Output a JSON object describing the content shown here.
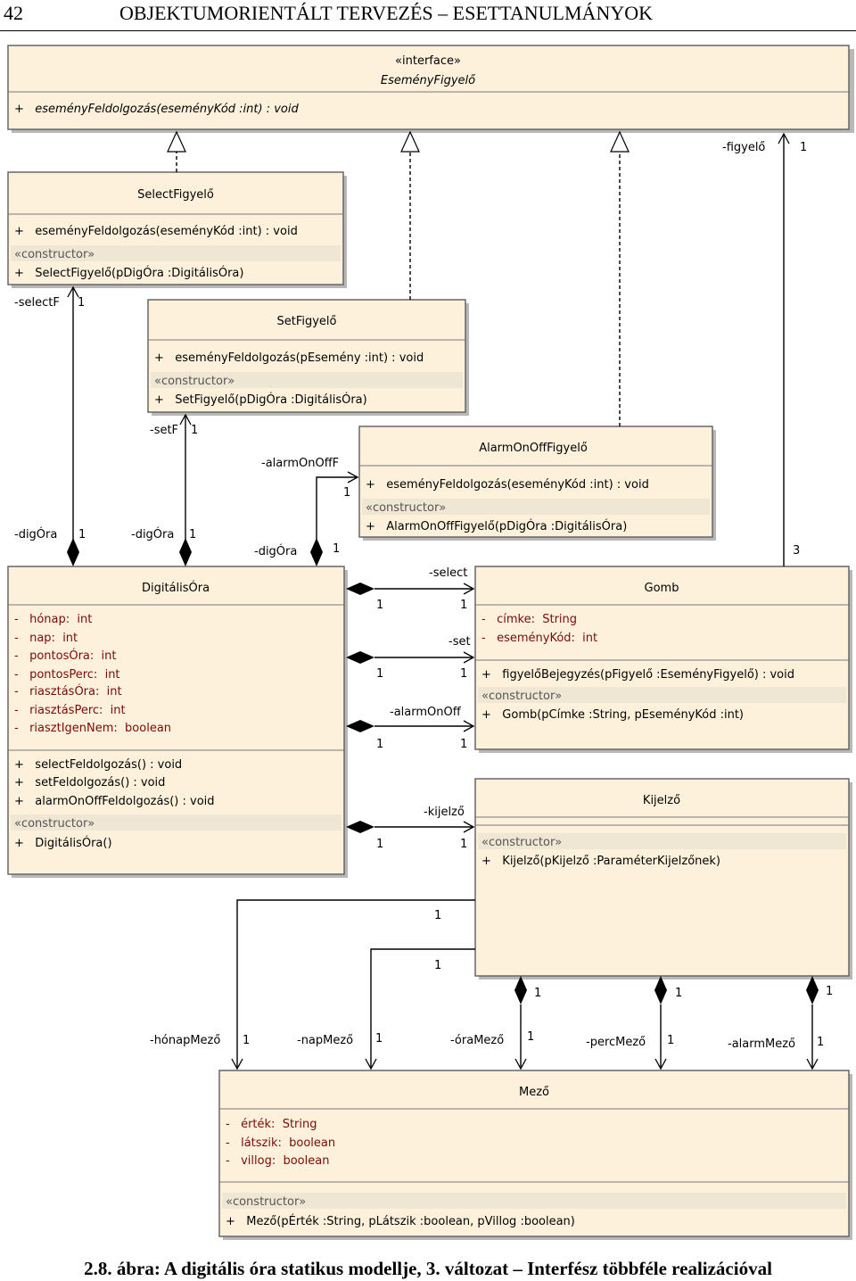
{
  "header": {
    "page_number": "42",
    "title": "OBJEKTUMORIENTÁLT TERVEZÉS – ESETTANULMÁNYOK"
  },
  "caption": "2.8. ábra: A digitális óra statikus modellje, 3. változat – Interfész többféle realizációval",
  "classes": [
    {
      "id": "EsemenyFigyelo",
      "stereotype": "«interface»",
      "name": "EseményFigyelő",
      "italic": true,
      "attributes": [],
      "operations": [
        "+   eseményFeldolgozás(eseményKód :int) : void"
      ],
      "constructors": []
    },
    {
      "id": "SelectFigyelo",
      "name": "SelectFigyelő",
      "attributes": [],
      "operations": [
        "+   eseményFeldolgozás(eseményKód :int) : void"
      ],
      "constructor_label": "«constructor»",
      "constructors": [
        "+   SelectFigyelő(pDigÓra :DigitálisÓra)"
      ]
    },
    {
      "id": "SetFigyelo",
      "name": "SetFigyelő",
      "attributes": [],
      "operations": [
        "+   eseményFeldolgozás(pEsemény :int) : void"
      ],
      "constructor_label": "«constructor»",
      "constructors": [
        "+   SetFigyelő(pDigÓra :DigitálisÓra)"
      ]
    },
    {
      "id": "AlarmOnOffFigyelo",
      "name": "AlarmOnOffFigyelő",
      "attributes": [],
      "operations": [
        "+   eseményFeldolgozás(eseményKód :int) : void"
      ],
      "constructor_label": "«constructor»",
      "constructors": [
        "+   AlarmOnOffFigyelő(pDigÓra :DigitálisÓra)"
      ]
    },
    {
      "id": "DigitalisOra",
      "name": "DigitálisÓra",
      "attributes": [
        "-   hónap:  int",
        "-   nap:  int",
        "-   pontosÓra:  int",
        "-   pontosPerc:  int",
        "-   riasztásÓra:  int",
        "-   riasztásPerc:  int",
        "-   riasztIgenNem:  boolean"
      ],
      "operations": [
        "+   selectFeldolgozás() : void",
        "+   setFeldolgozás() : void",
        "+   alarmOnOffFeldolgozás() : void"
      ],
      "constructor_label": "«constructor»",
      "constructors": [
        "+   DigitálisÓra()"
      ]
    },
    {
      "id": "Gomb",
      "name": "Gomb",
      "attributes": [
        "-   címke:  String",
        "-   eseményKód:  int"
      ],
      "operations": [
        "+   figyelőBejegyzés(pFigyelő :EseményFigyelő) : void"
      ],
      "constructor_label": "«constructor»",
      "constructors": [
        "+   Gomb(pCímke :String, pEseményKód :int)"
      ]
    },
    {
      "id": "Kijelzo",
      "name": "Kijelző",
      "attributes": [],
      "operations": [],
      "constructor_label": "«constructor»",
      "constructors": [
        "+   Kijelző(pKijelző :ParaméterKijelzőnek)"
      ]
    },
    {
      "id": "Mezo",
      "name": "Mező",
      "attributes": [
        "-   érték:  String",
        "-   látszik:  boolean",
        "-   villog:  boolean"
      ],
      "operations": [],
      "constructor_label": "«constructor»",
      "constructors": [
        "+   Mező(pÉrték :String, pLátszik :boolean, pVillog :boolean)"
      ]
    }
  ],
  "associations": [
    {
      "from": "DigitalisOra",
      "to": "SelectFigyelo",
      "role": "-selectF",
      "mult": "1",
      "back_role": "-digÓra",
      "back_mult": "1",
      "kind": "composition"
    },
    {
      "from": "DigitalisOra",
      "to": "SetFigyelo",
      "role": "-setF",
      "mult": "1",
      "back_role": "-digÓra",
      "back_mult": "1",
      "kind": "composition"
    },
    {
      "from": "DigitalisOra",
      "to": "AlarmOnOffFigyelo",
      "role": "-alarmOnOffF",
      "mult": "1",
      "back_role": "-digÓra",
      "back_mult": "1",
      "kind": "composition"
    },
    {
      "from": "DigitalisOra",
      "to": "Gomb",
      "role": "-select",
      "mult": "1",
      "back_mult": "1",
      "kind": "composition"
    },
    {
      "from": "DigitalisOra",
      "to": "Gomb",
      "role": "-set",
      "mult": "1",
      "back_mult": "1",
      "kind": "composition"
    },
    {
      "from": "DigitalisOra",
      "to": "Gomb",
      "role": "-alarmOnOff",
      "mult": "1",
      "back_mult": "1",
      "kind": "composition"
    },
    {
      "from": "DigitalisOra",
      "to": "Kijelzo",
      "role": "-kijelző",
      "mult": "1",
      "back_mult": "1",
      "kind": "composition"
    },
    {
      "from": "Gomb",
      "to": "EsemenyFigyelo",
      "role": "-figyelő",
      "mult": "1",
      "back_mult": "3",
      "kind": "association"
    },
    {
      "from": "Kijelzo",
      "to": "Mezo",
      "role": "-hónapMező",
      "mult": "1",
      "back_mult": "1",
      "kind": "composition"
    },
    {
      "from": "Kijelzo",
      "to": "Mezo",
      "role": "-napMező",
      "mult": "1",
      "back_mult": "1",
      "kind": "composition"
    },
    {
      "from": "Kijelzo",
      "to": "Mezo",
      "role": "-óraMező",
      "mult": "1",
      "back_mult": "1",
      "kind": "composition"
    },
    {
      "from": "Kijelzo",
      "to": "Mezo",
      "role": "-percMező",
      "mult": "1",
      "back_mult": "1",
      "kind": "composition"
    },
    {
      "from": "Kijelzo",
      "to": "Mezo",
      "role": "-alarmMező",
      "mult": "1",
      "back_mult": "1",
      "kind": "composition"
    }
  ],
  "realizations": [
    {
      "from": "SelectFigyelo",
      "to": "EsemenyFigyelo"
    },
    {
      "from": "SetFigyelo",
      "to": "EsemenyFigyelo"
    },
    {
      "from": "AlarmOnOffFigyelo",
      "to": "EsemenyFigyelo"
    }
  ]
}
